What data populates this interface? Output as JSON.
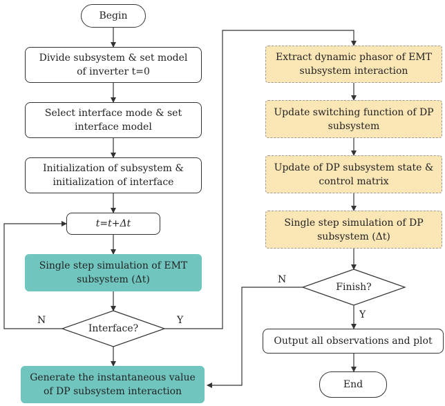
{
  "nodes": {
    "begin": "Begin",
    "divide": [
      "Divide subsystem & set model",
      "of inverter t=0"
    ],
    "select": [
      "Select interface mode & set",
      "interface model"
    ],
    "init": [
      "Initialization of subsystem &",
      "initialization of interface"
    ],
    "tstep": "t=t+Δt",
    "emt": [
      "Single step simulation of EMT",
      "subsystem (Δt)"
    ],
    "interface": "Interface?",
    "generate": [
      "Generate the instantaneous value",
      "of DP subsystem interaction"
    ],
    "extract": [
      "Extract dynamic phasor of EMT",
      "subsystem interaction"
    ],
    "update_switch": [
      "Update switching function of DP",
      "subsystem"
    ],
    "update_state": [
      "Update of DP subsystem state &",
      "control matrix"
    ],
    "dp_single": [
      "Single step simulation of DP",
      "subsystem (Δt)"
    ],
    "finish": "Finish?",
    "output": "Output all observations and plot",
    "end": "End"
  },
  "edge_labels": {
    "interface_no": "N",
    "interface_yes": "Y",
    "finish_no": "N",
    "finish_yes": "Y"
  },
  "colors": {
    "teal_fill": "#70c6bf",
    "amber_fill": "#fbe6b6",
    "line": "#333333"
  }
}
